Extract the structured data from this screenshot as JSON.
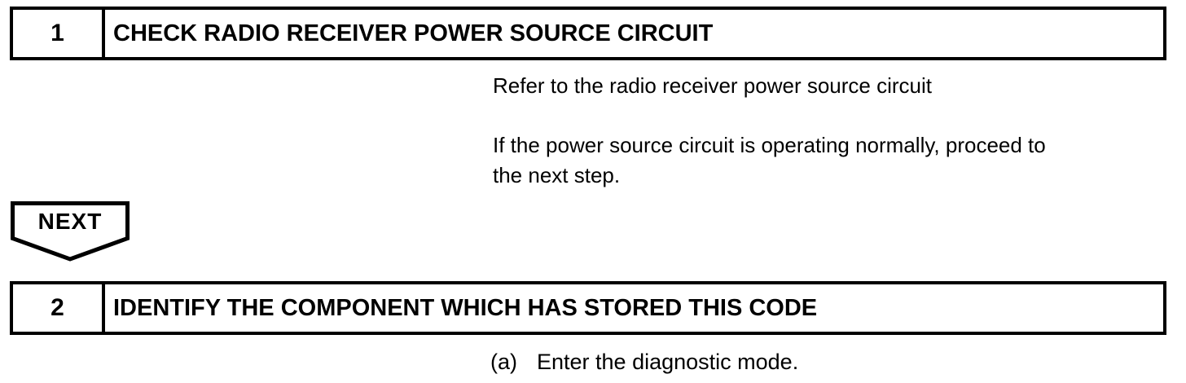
{
  "page": {
    "background_color": "#ffffff",
    "text_color": "#000000",
    "border_color": "#000000"
  },
  "steps": [
    {
      "number": "1",
      "title": "CHECK RADIO RECEIVER POWER SOURCE CIRCUIT",
      "paragraphs": [
        {
          "lines": [
            "Refer to the radio receiver power source circuit"
          ]
        },
        {
          "lines": [
            "If the power source circuit is operating normally, proceed to",
            "the next step."
          ]
        }
      ]
    },
    {
      "number": "2",
      "title": "IDENTIFY THE COMPONENT WHICH HAS STORED THIS CODE",
      "instructions": [
        {
          "marker": "(a)",
          "text": "Enter the diagnostic mode."
        }
      ]
    }
  ],
  "connector": {
    "label": "NEXT"
  }
}
